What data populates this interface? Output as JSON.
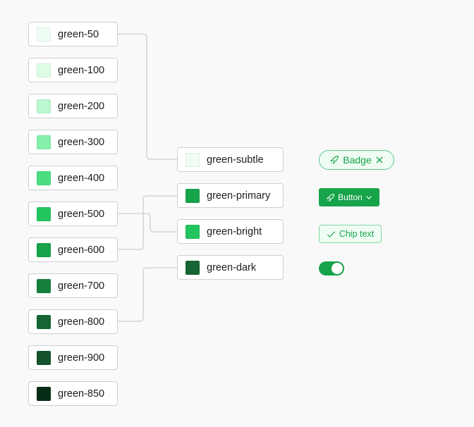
{
  "palette": [
    {
      "name": "green-50",
      "color": "#effcf3"
    },
    {
      "name": "green-100",
      "color": "#dcfce6"
    },
    {
      "name": "green-200",
      "color": "#bbf7d0"
    },
    {
      "name": "green-300",
      "color": "#86efac"
    },
    {
      "name": "green-400",
      "color": "#4ade80"
    },
    {
      "name": "green-500",
      "color": "#22c55e"
    },
    {
      "name": "green-600",
      "color": "#16a34a"
    },
    {
      "name": "green-700",
      "color": "#15803d"
    },
    {
      "name": "green-800",
      "color": "#166534"
    },
    {
      "name": "green-900",
      "color": "#14532d"
    },
    {
      "name": "green-850",
      "color": "#052e16"
    }
  ],
  "semantic": [
    {
      "name": "green-subtle",
      "color": "#effcf3",
      "source": "green-50"
    },
    {
      "name": "green-primary",
      "color": "#16a34a",
      "source": "green-600"
    },
    {
      "name": "green-bright",
      "color": "#22c55e",
      "source": "green-500"
    },
    {
      "name": "green-dark",
      "color": "#166534",
      "source": "green-800"
    }
  ],
  "components": {
    "badge": {
      "label": "Badge",
      "icon": "rocket-icon",
      "close_icon": "x-icon"
    },
    "button": {
      "label": "Button",
      "icon": "rocket-icon",
      "caret_icon": "chevron-down-icon"
    },
    "chip": {
      "label": "Chip text",
      "icon": "check-icon"
    },
    "toggle": {
      "state": "on"
    }
  }
}
